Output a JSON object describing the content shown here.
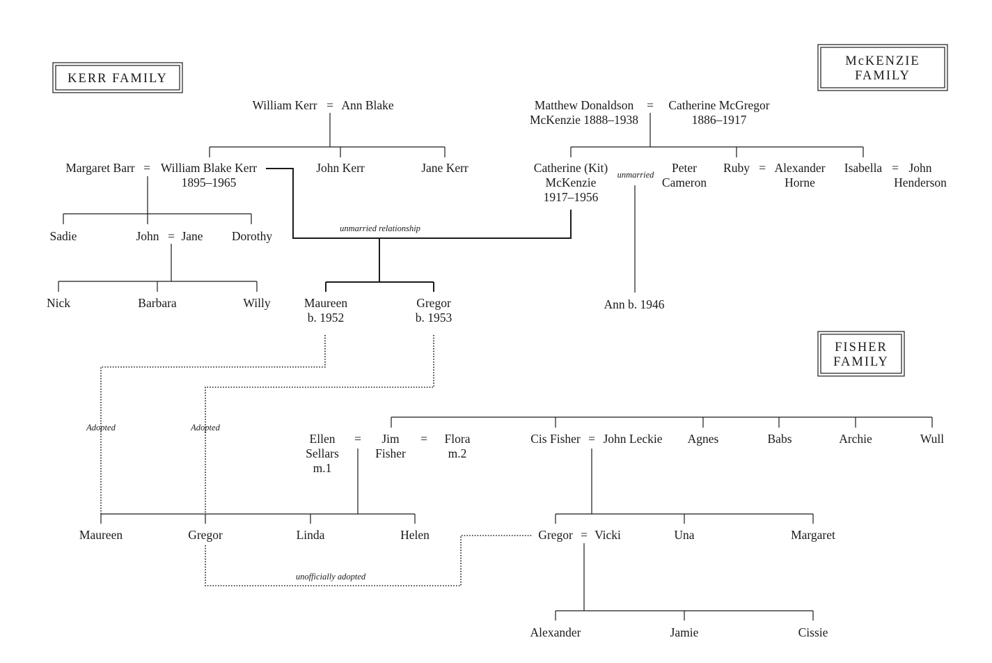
{
  "families": {
    "kerr": "KERR FAMILY",
    "mckenzie_1": "McKENZIE",
    "mckenzie_2": "FAMILY",
    "fisher_1": "FISHER",
    "fisher_2": "FAMILY"
  },
  "kerr": {
    "william_kerr": "William Kerr",
    "eq1": "=",
    "ann_blake": "Ann Blake",
    "margaret_barr": "Margaret Barr",
    "eq2": "=",
    "william_blake_kerr": "William Blake Kerr",
    "wbk_dates": "1895–1965",
    "john_kerr": "John Kerr",
    "jane_kerr": "Jane Kerr",
    "sadie": "Sadie",
    "john": "John",
    "eq3": "=",
    "jane": "Jane",
    "dorothy": "Dorothy",
    "nick": "Nick",
    "barbara": "Barbara",
    "willy": "Willy"
  },
  "mckenzie": {
    "matthew_1": "Matthew Donaldson",
    "matthew_2": "McKenzie 1888–1938",
    "eq1": "=",
    "catherine_mcg": "Catherine McGregor",
    "catherine_mcg_dates": "1886–1917",
    "kit_1": "Catherine (Kit)",
    "kit_2": "McKenzie",
    "kit_3": "1917–1956",
    "unmarried": "unmarried",
    "peter_1": "Peter",
    "peter_2": "Cameron",
    "ruby": "Ruby",
    "eq2": "=",
    "alexander_1": "Alexander",
    "alexander_2": "Horne",
    "isabella": "Isabella",
    "eq3": "=",
    "john_h_1": "John",
    "john_h_2": "Henderson",
    "ann": "Ann b. 1946"
  },
  "union": {
    "label": "unmarried relationship",
    "maureen_1": "Maureen",
    "maureen_2": "b. 1952",
    "gregor_1": "Gregor",
    "gregor_2": "b. 1953"
  },
  "adoption": {
    "adopted_1": "Adopted",
    "adopted_2": "Adopted",
    "unofficial": "unofficially adopted"
  },
  "fisher": {
    "ellen_1": "Ellen",
    "ellen_2": "Sellars",
    "ellen_3": "m.1",
    "eq1": "=",
    "jim_1": "Jim",
    "jim_2": "Fisher",
    "eq2": "=",
    "flora_1": "Flora",
    "flora_2": "m.2",
    "cis": "Cis Fisher",
    "eq3": "=",
    "john_leckie": "John Leckie",
    "agnes": "Agnes",
    "babs": "Babs",
    "archie": "Archie",
    "wull": "Wull",
    "maureen": "Maureen",
    "gregor": "Gregor",
    "linda": "Linda",
    "helen": "Helen",
    "gregor2": "Gregor",
    "eq4": "=",
    "vicki": "Vicki",
    "una": "Una",
    "margaret": "Margaret",
    "alexander": "Alexander",
    "jamie": "Jamie",
    "cissie": "Cissie"
  }
}
